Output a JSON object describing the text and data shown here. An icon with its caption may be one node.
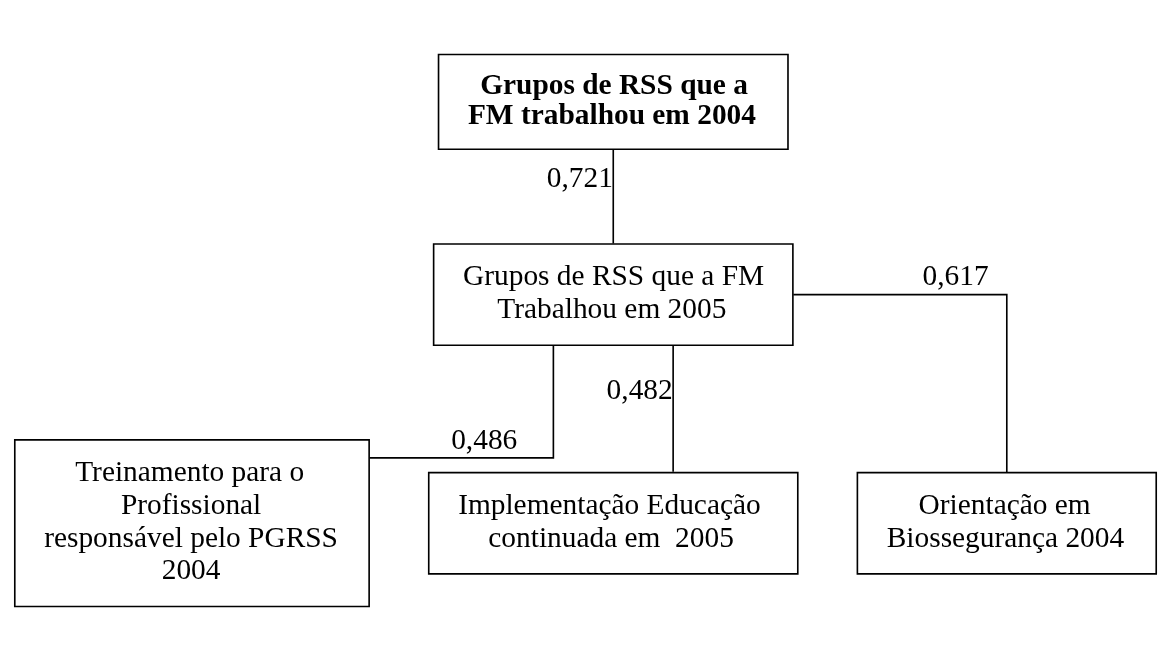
{
  "diagram": {
    "nodes": [
      {
        "text": [
          "Grupos de RSS que a FM trabalhou em 2004"
        ]
      },
      {
        "text": [
          "Grupos de RSS que a FM Trabalhou em 2005"
        ]
      },
      {
        "text": [
          "Treinamento para o Profissional responsável pelo PGRSS 2004"
        ]
      },
      {
        "text": [
          "Implementação Educação continuada em  2005"
        ]
      },
      {
        "text": [
          "Orientação em Biossegurança 2004"
        ]
      }
    ],
    "edges": [
      {
        "from": 0,
        "to": 1,
        "arrow": "none",
        "label": "0,721"
      },
      {
        "from": 1,
        "to": 2,
        "arrow": "none",
        "label": "0,486"
      },
      {
        "from": 1,
        "to": 3,
        "arrow": "none",
        "label": "0,482"
      },
      {
        "from": 1,
        "to": 4,
        "arrow": "none",
        "label": "0,617"
      }
    ]
  }
}
